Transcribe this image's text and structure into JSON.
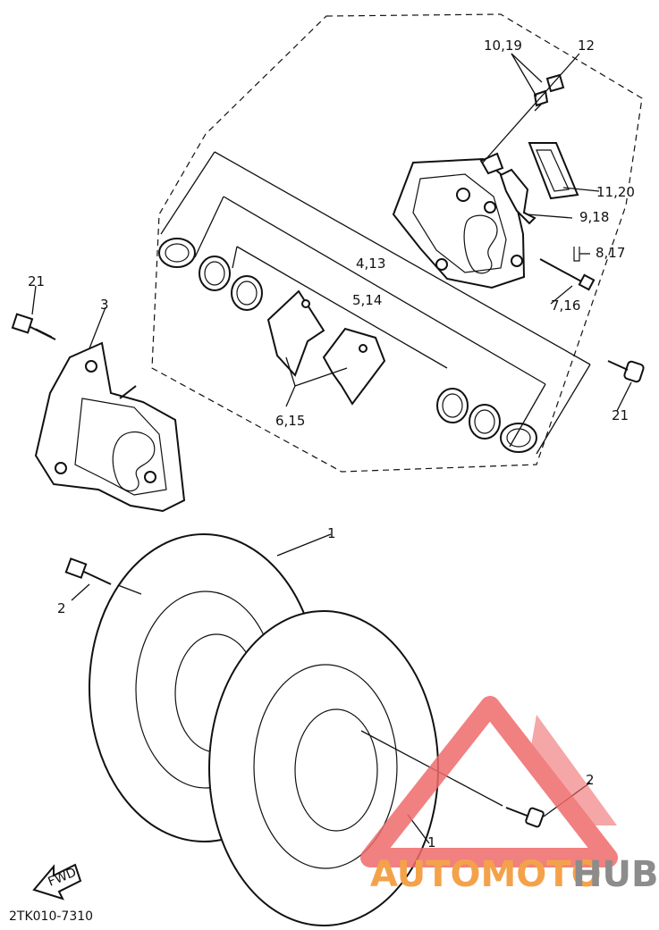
{
  "diagram_code": "2TK010-7310",
  "fwd_label": "FWD",
  "watermark": {
    "part1": "AUTOMOTO",
    "part2": "HUB",
    "color1": "#f4a24a",
    "color2": "#8c8c8c",
    "logo_color": "#ef6b6b"
  },
  "callouts": {
    "c1a": "1",
    "c1b": "1",
    "c2a": "2",
    "c2b": "2",
    "c3": "3",
    "c21a": "21",
    "c21b": "21",
    "c12": "12",
    "c1019": "10,19",
    "c1120": "11,20",
    "c918": "9,18",
    "c817": "8,17",
    "c716": "7,16",
    "c413": "4,13",
    "c514": "5,14",
    "c615": "6,15"
  }
}
